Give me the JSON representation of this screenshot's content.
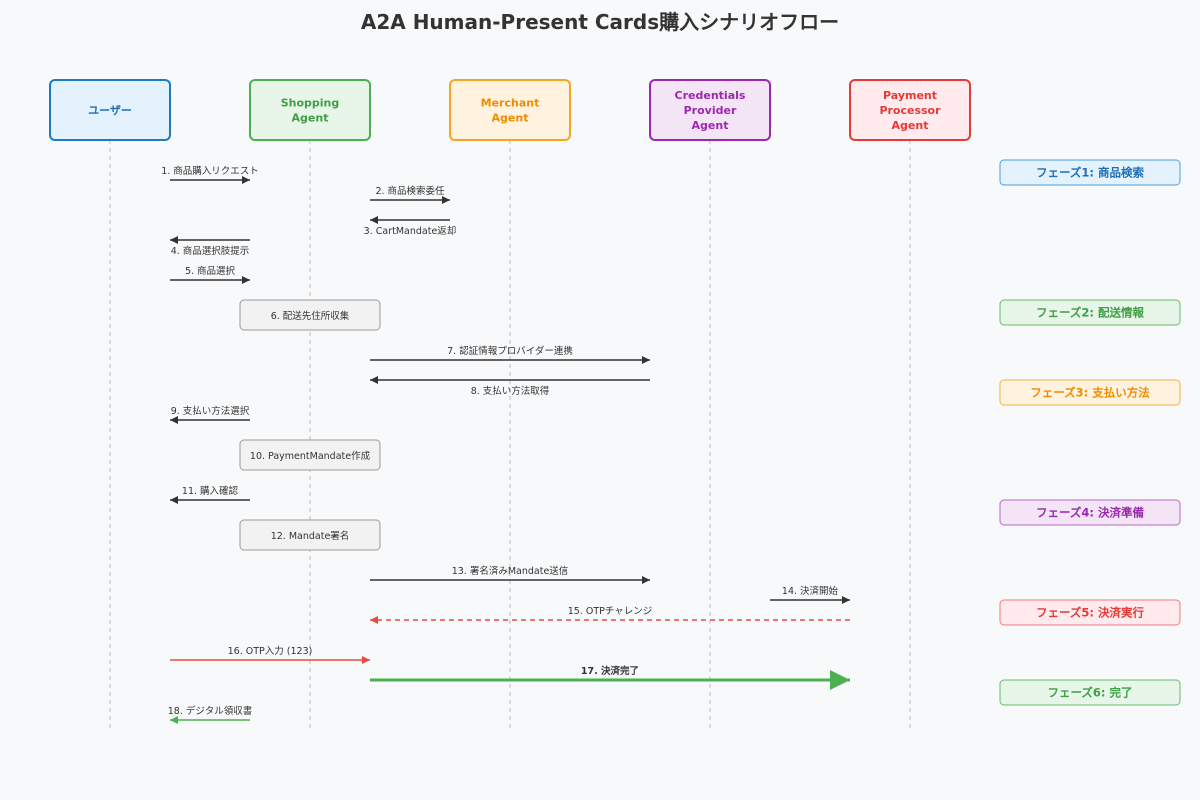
{
  "title": "A2A Human-Present Cards購入シナリオフロー",
  "colors": {
    "background": "#f8f9fa",
    "lifeline": "#bbbbbb",
    "arrow_default": "#333333",
    "arrow_red": "#e74c3c",
    "arrow_green": "#4caf50",
    "label_green": "#2e9c3a",
    "step_box_fill": "#f2f2f2",
    "step_box_stroke": "#999999"
  },
  "actors": [
    {
      "id": "user",
      "lines": [
        "ユーザー"
      ],
      "fill": "#e3f2fd",
      "stroke": "#1e7ac4",
      "text": "#1e6fb8"
    },
    {
      "id": "shopping",
      "lines": [
        "Shopping",
        "Agent"
      ],
      "fill": "#e8f5e9",
      "stroke": "#4caf50",
      "text": "#3f9f45"
    },
    {
      "id": "merchant",
      "lines": [
        "Merchant",
        "Agent"
      ],
      "fill": "#fff3e0",
      "stroke": "#f5a623",
      "text": "#f08c00"
    },
    {
      "id": "credentials",
      "lines": [
        "Credentials",
        "Provider",
        "Agent"
      ],
      "fill": "#f3e5f5",
      "stroke": "#9c27b0",
      "text": "#9c27b0"
    },
    {
      "id": "payment",
      "lines": [
        "Payment",
        "Processor",
        "Agent"
      ],
      "fill": "#ffebee",
      "stroke": "#e53935",
      "text": "#e53935"
    }
  ],
  "messages": [
    {
      "label": "1. 商品購入リクエスト",
      "from": "user",
      "to": "shopping",
      "style": "solid",
      "color": "default"
    },
    {
      "label": "2. 商品検索委任",
      "from": "shopping",
      "to": "merchant",
      "style": "solid",
      "color": "default"
    },
    {
      "label": "3. CartMandate返却",
      "from": "merchant",
      "to": "shopping",
      "style": "solid",
      "color": "default"
    },
    {
      "label": "4. 商品選択肢提示",
      "from": "shopping",
      "to": "user",
      "style": "solid",
      "color": "default"
    },
    {
      "label": "5. 商品選択",
      "from": "user",
      "to": "shopping",
      "style": "solid",
      "color": "default"
    },
    {
      "label": "7. 認証情報プロバイダー連携",
      "from": "shopping",
      "to": "credentials",
      "style": "solid",
      "color": "default"
    },
    {
      "label": "8. 支払い方法取得",
      "from": "credentials",
      "to": "shopping",
      "style": "solid",
      "color": "default"
    },
    {
      "label": "9. 支払い方法選択",
      "from": "shopping",
      "to": "user",
      "style": "solid",
      "color": "default"
    },
    {
      "label": "11. 購入確認",
      "from": "shopping",
      "to": "user",
      "style": "solid",
      "color": "default"
    },
    {
      "label": "13. 署名済みMandate送信",
      "from": "shopping",
      "to": "credentials",
      "style": "solid",
      "color": "default"
    },
    {
      "label": "14. 決済開始",
      "from": "credentials",
      "to": "payment",
      "style": "solid",
      "color": "default"
    },
    {
      "label": "15. OTPチャレンジ",
      "from": "payment",
      "to": "shopping",
      "style": "dashed",
      "color": "red"
    },
    {
      "label": "16. OTP入力 (123)",
      "from": "user",
      "to": "shopping",
      "style": "solid",
      "color": "red"
    },
    {
      "label": "17. 決済完了",
      "from": "shopping",
      "to": "payment",
      "style": "solid",
      "color": "green"
    },
    {
      "label": "18. デジタル領収書",
      "from": "shopping",
      "to": "user",
      "style": "solid",
      "color": "green"
    }
  ],
  "steps": [
    {
      "label": "6. 配送先住所収集"
    },
    {
      "label": "10. PaymentMandate作成"
    },
    {
      "label": "12. Mandate署名"
    }
  ],
  "phases": [
    {
      "label": "フェーズ1: 商品検索",
      "fill": "#e3f2fd",
      "stroke": "#4a9fe0",
      "text": "#1e6fb8"
    },
    {
      "label": "フェーズ2: 配送情報",
      "fill": "#e8f5e9",
      "stroke": "#66bb6a",
      "text": "#3f9f45"
    },
    {
      "label": "フェーズ3: 支払い方法",
      "fill": "#fff3e0",
      "stroke": "#f5b041",
      "text": "#f08c00"
    },
    {
      "label": "フェーズ4: 決済準備",
      "fill": "#f3e5f5",
      "stroke": "#ba68c8",
      "text": "#9c27b0"
    },
    {
      "label": "フェーズ5: 決済実行",
      "fill": "#ffebee",
      "stroke": "#ef7b7b",
      "text": "#e53935"
    },
    {
      "label": "フェーズ6: 完了",
      "fill": "#e8f5e9",
      "stroke": "#66bb6a",
      "text": "#3f9f45"
    }
  ]
}
